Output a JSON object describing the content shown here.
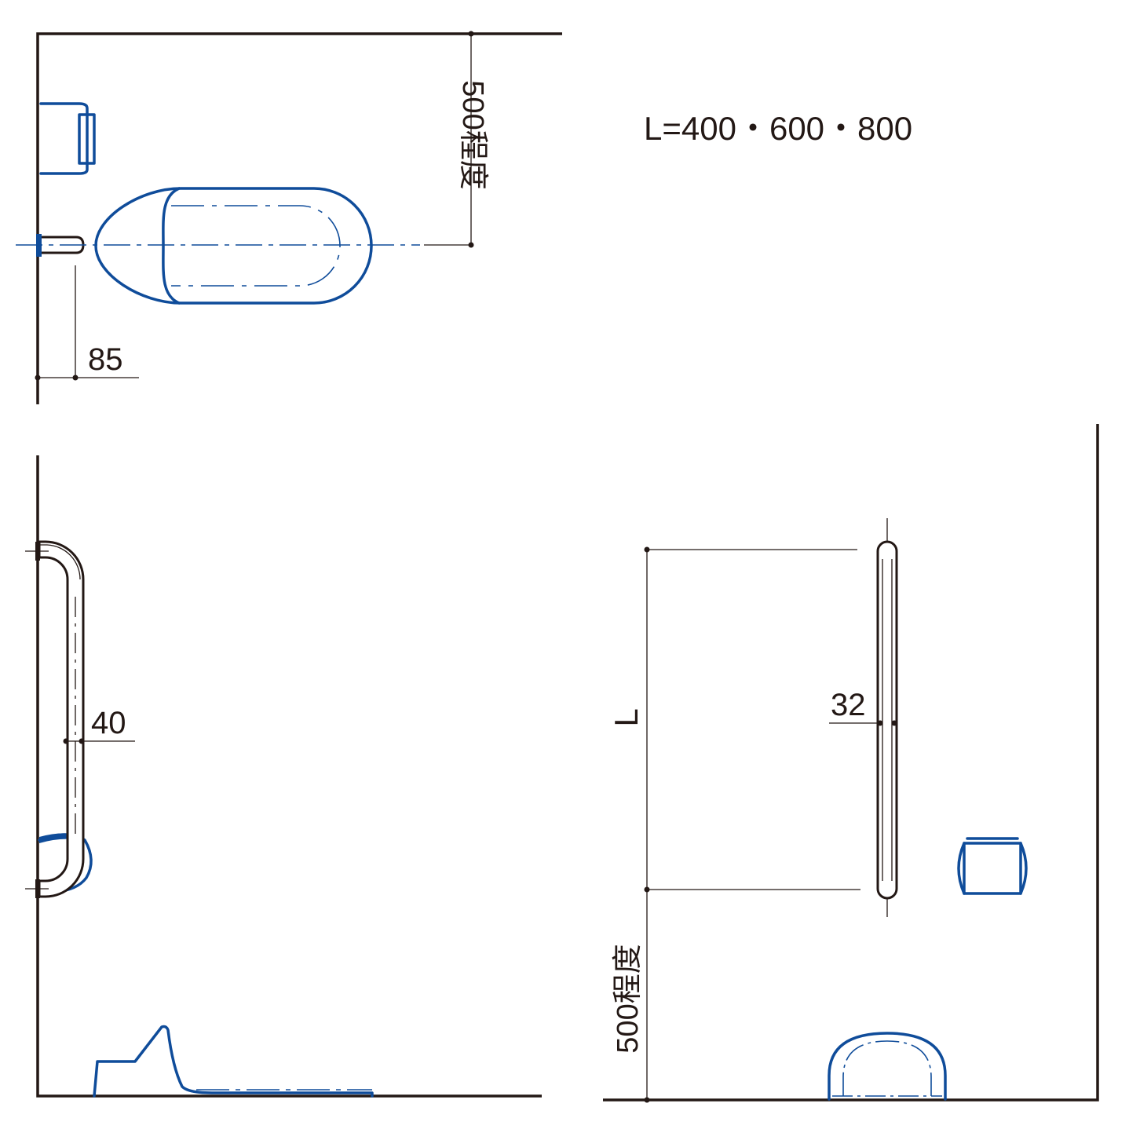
{
  "length_note": "L=400・600・800",
  "dimensions": {
    "plan_side_depth": "500程度",
    "plan_wall_offset": "85",
    "side_projection": "40",
    "bar_diameter": "32",
    "bar_length": "L",
    "floor_height": "500程度"
  },
  "colors": {
    "outline": "#231815",
    "fixture": "#0f4c9a"
  }
}
